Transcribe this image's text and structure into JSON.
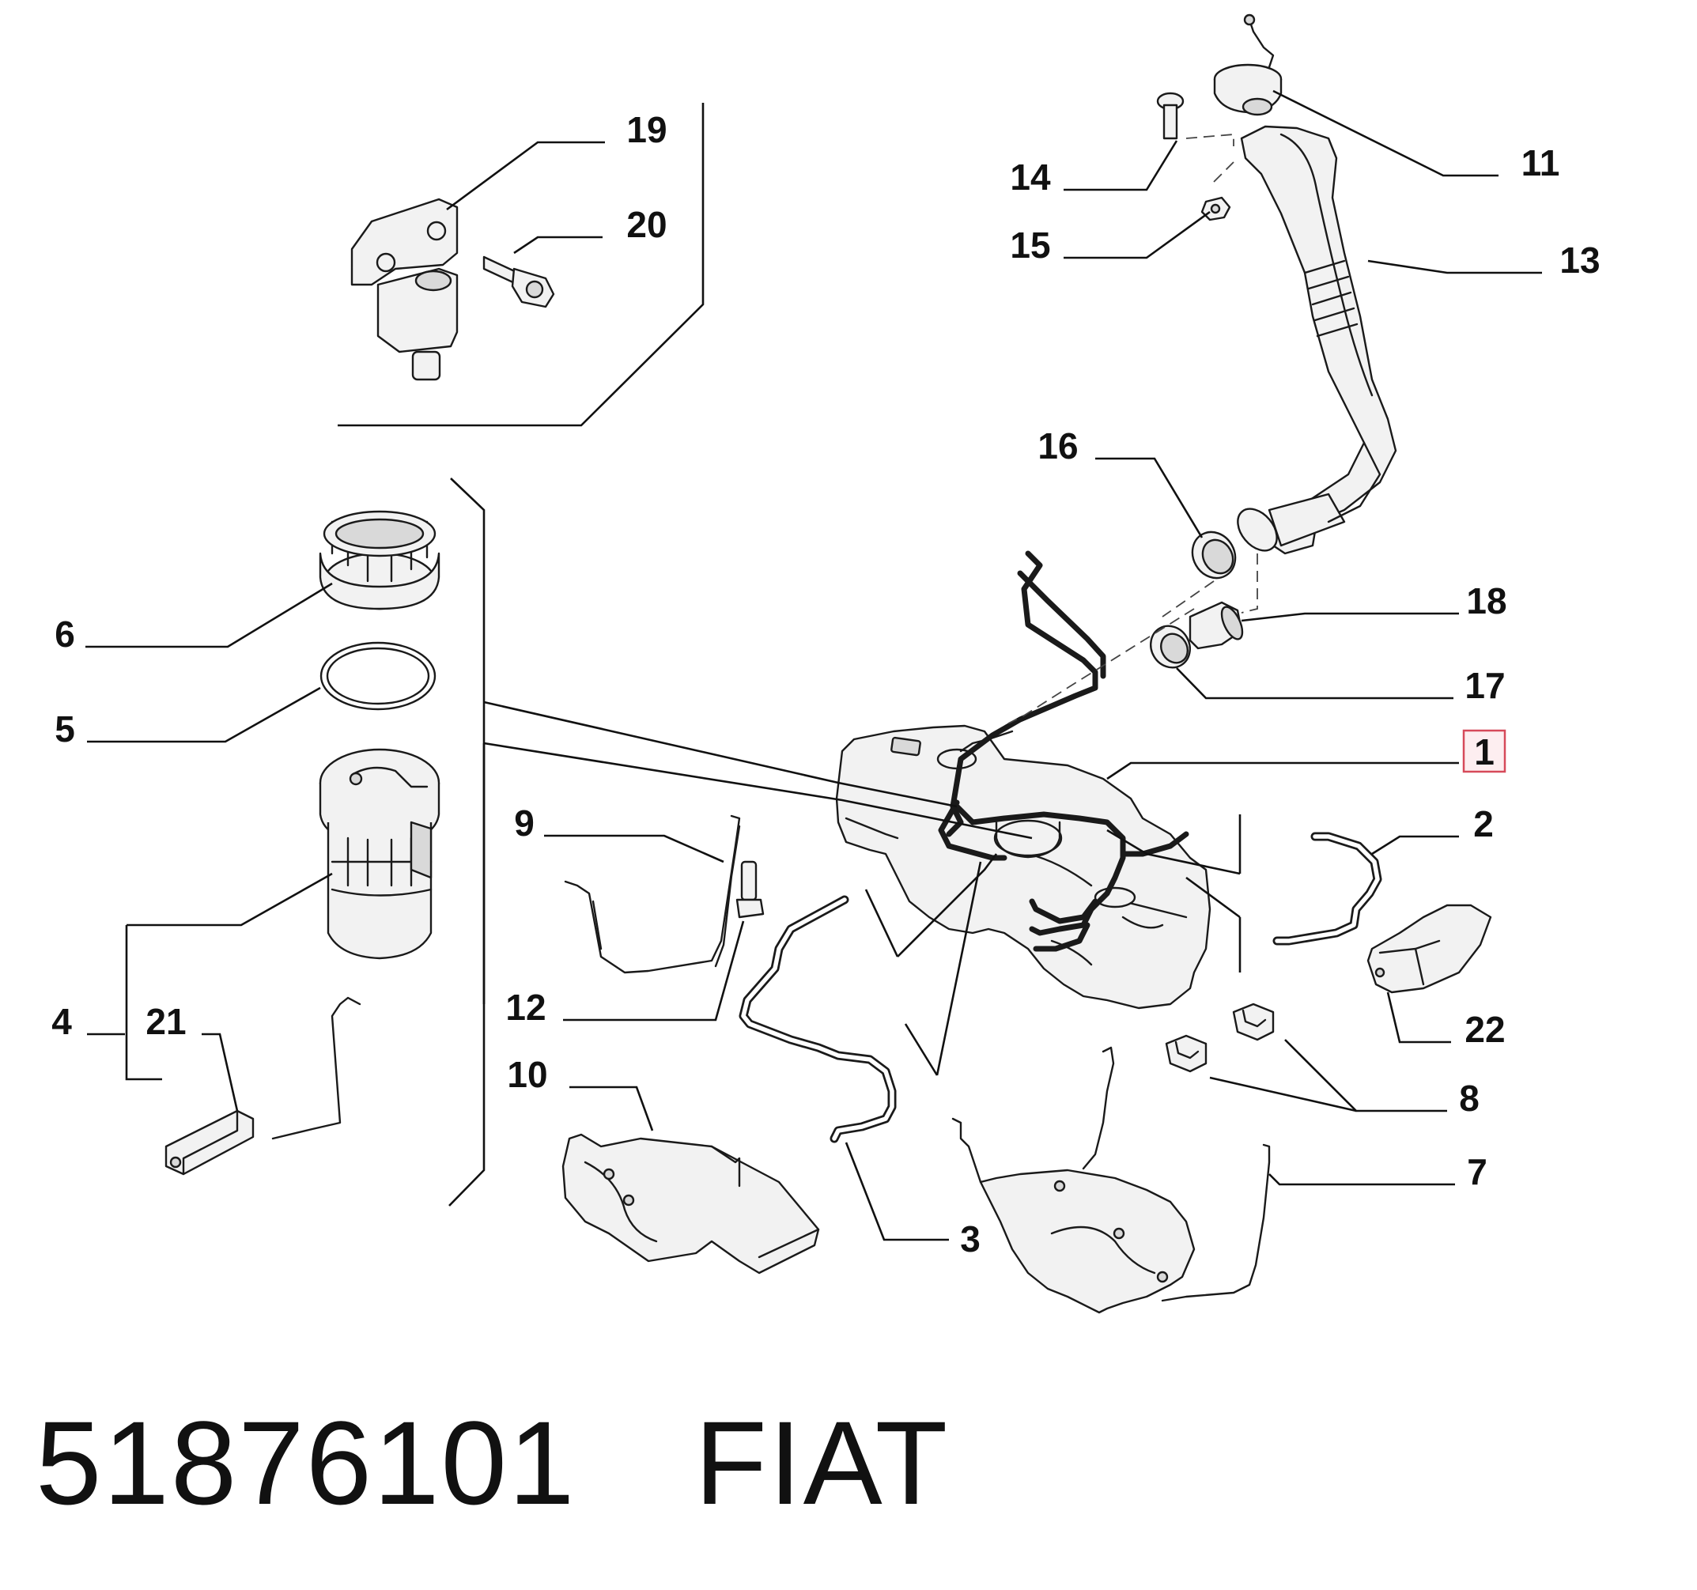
{
  "callouts": [
    {
      "id": "1",
      "text": "1",
      "highlighted": true
    },
    {
      "id": "2",
      "text": "2"
    },
    {
      "id": "3",
      "text": "3"
    },
    {
      "id": "4",
      "text": "4"
    },
    {
      "id": "5",
      "text": "5"
    },
    {
      "id": "6",
      "text": "6"
    },
    {
      "id": "7",
      "text": "7"
    },
    {
      "id": "8",
      "text": "8"
    },
    {
      "id": "9",
      "text": "9"
    },
    {
      "id": "10",
      "text": "10"
    },
    {
      "id": "11",
      "text": "11"
    },
    {
      "id": "12",
      "text": "12"
    },
    {
      "id": "13",
      "text": "13"
    },
    {
      "id": "14",
      "text": "14"
    },
    {
      "id": "15",
      "text": "15"
    },
    {
      "id": "16",
      "text": "16"
    },
    {
      "id": "17",
      "text": "17"
    },
    {
      "id": "18",
      "text": "18"
    },
    {
      "id": "19",
      "text": "19"
    },
    {
      "id": "20",
      "text": "20"
    },
    {
      "id": "21",
      "text": "21"
    },
    {
      "id": "22",
      "text": "22"
    }
  ],
  "footer": {
    "part_number": "51876101",
    "brand": "FIAT"
  },
  "colors": {
    "highlight_border": "#d64a5a",
    "highlight_fill": "#fdeef0",
    "line": "#111111"
  }
}
